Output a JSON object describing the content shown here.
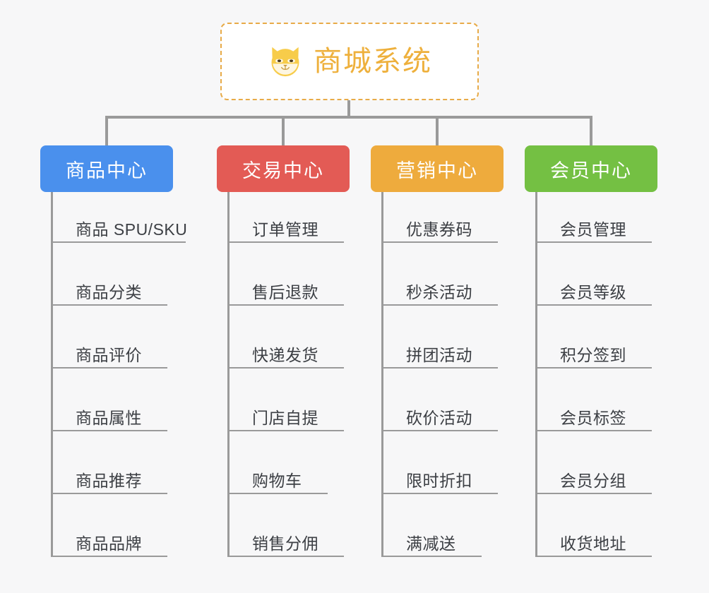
{
  "background_color": "#f7f7f8",
  "root": {
    "title": "商城系统",
    "icon": "shiba-dog-icon",
    "text_color": "#eeb03c",
    "border_color": "#e8ab48",
    "fill_color": "#ffffff"
  },
  "connector_color": "#9a9a9a",
  "columns": [
    {
      "title": "商品中心",
      "color": "#4a90ed",
      "items": [
        "商品 SPU/SKU",
        "商品分类",
        "商品评价",
        "商品属性",
        "商品推荐",
        "商品品牌"
      ]
    },
    {
      "title": "交易中心",
      "color": "#e35b55",
      "items": [
        "订单管理",
        "售后退款",
        "快递发货",
        "门店自提",
        "购物车",
        "销售分佣"
      ]
    },
    {
      "title": "营销中心",
      "color": "#eeab3d",
      "items": [
        "优惠券码",
        "秒杀活动",
        "拼团活动",
        "砍价活动",
        "限时折扣",
        "满减送"
      ]
    },
    {
      "title": "会员中心",
      "color": "#74c043",
      "items": [
        "会员管理",
        "会员等级",
        "积分签到",
        "会员标签",
        "会员分组",
        "收货地址"
      ]
    }
  ]
}
